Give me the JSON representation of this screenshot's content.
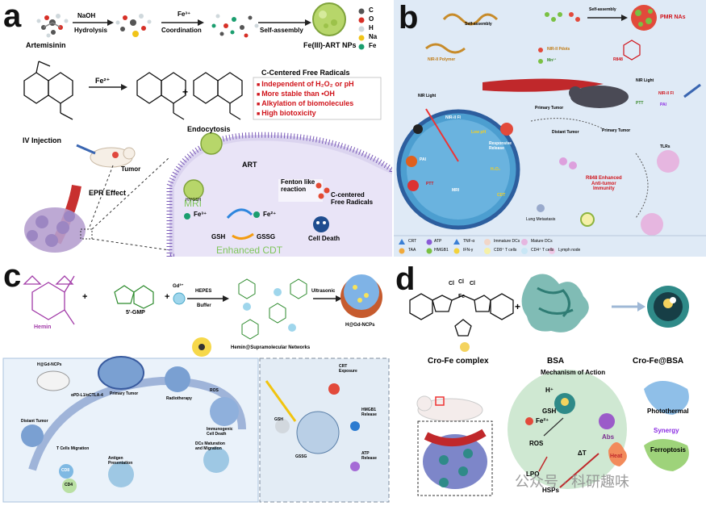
{
  "panel_labels": {
    "a": "a",
    "b": "b",
    "c": "c",
    "d": "d"
  },
  "panel_a": {
    "naoh": "NaOH",
    "hydrolysis": "Hydrolysis",
    "fe3": "Fe³⁺",
    "coordination": "Coordination",
    "self_assembly": "Self-assembly",
    "artemisinin": "Artemisinin",
    "product": "Fe(III)-ART NPs",
    "legend": [
      {
        "label": "C",
        "color": "#555555"
      },
      {
        "label": "O",
        "color": "#d73027"
      },
      {
        "label": "H",
        "color": "#cfd8dc"
      },
      {
        "label": "Na",
        "color": "#f0c419"
      },
      {
        "label": "Fe",
        "color": "#1b9e6f"
      }
    ],
    "fe2": "Fe²⁺",
    "radicals_title": "C-Centered Free Radicals",
    "bullets": [
      "Independent of H₂O₂ or pH",
      "More stable than •OH",
      "Alkylation of biomolecules",
      "High biotoxicity"
    ],
    "iv": "IV Injection",
    "tumor": "Tumor",
    "epr": "EPR Effect",
    "endocytosis": "Endocytosis",
    "art": "ART",
    "fenton": "Fenton like\nreaction",
    "c_radicals": "C-centered\nFree Radicals",
    "fe3_cell": "Fe³⁺",
    "fe2_cell": "Fe²⁺",
    "gsh": "GSH",
    "gssg": "GSSG",
    "mri": "MRI",
    "enhanced_cdt": "Enhanced CDT",
    "cell_death": "Cell Death",
    "np_label": "H/YGSH"
  },
  "panel_b": {
    "self_assembly1": "Self-assembly",
    "self_assembly2": "Self-assembly",
    "pmr": "PMR NAs",
    "nir_polymer": "NIR-II Polymer",
    "nir_pdots": "NIR-II Pdots",
    "mn": "Mn²⁺",
    "r848": "R848",
    "nir_light": "NIR Light",
    "nir_fi": "NIR-II FI",
    "pai": "PAI",
    "ptt": "PTT",
    "mri": "MRI",
    "h2o2": "H₂O₂",
    "cdt": "CDT",
    "low_ph": "Low pH",
    "release": "Responsive\nRelease",
    "primary_tumor": "Primary Tumor",
    "distant_tumor": "Distant Tumor",
    "primary_tumor2": "Primary Tumor",
    "immunity": "R848 Enhanced\nAnti-tumor\nImmunity",
    "lung": "Lung Metastasis",
    "tlrs": "TLRs",
    "nir_light2": "NIR Light",
    "ptt2": "PTT",
    "nir_fi2": "NIR-II FI",
    "pai2": "PAI",
    "legend": [
      "CRT",
      "ATP",
      "TNF-α",
      "Immature DCs",
      "Mature DCs",
      "TAA",
      "HMGB1",
      "IFN-γ",
      "CD8⁺ T cells",
      "CD4⁺ T cells",
      "Lymph node"
    ]
  },
  "panel_c": {
    "hemin": "Hemin",
    "gmp": "5'-GMP",
    "gd": "Gd³⁺",
    "hepes": "HEPES",
    "buffer": "Buffer",
    "networks": "Hemin@Supramolecular Networks",
    "ultrasonic": "Ultrasonic",
    "product": "H@Gd-NCPs",
    "primary_tumor": "Primary Tumor",
    "radiotherapy": "Radiotherapy",
    "immunogenic": "Immunogenic\nCell Death",
    "dcs": "DCs Maturation\nand Migration",
    "antigen": "Antigen\nPresentation",
    "tcell": "T Cells Migration",
    "distant": "Distant Tumor",
    "drug": "H@Gd-NCPs",
    "apd": "αPD-L1/αCTLA-4",
    "ros": "ROS",
    "crt": "CRT\nExposure",
    "hmgb1": "HMGB1\nRelease",
    "atp": "ATP\nRelease",
    "gsh": "GSH",
    "gssg": "GSSG",
    "cd8": "CD8",
    "cd4": "CD4"
  },
  "panel_d": {
    "complex": "Cro-Fe complex",
    "bsa": "BSA",
    "product": "Cro-Fe@BSA",
    "mechanism": "Mechanism of Action",
    "h": "H⁺",
    "gsh": "GSH",
    "fe2": "Fe²⁺",
    "ros": "ROS",
    "lpo": "LPO",
    "hsps": "HSPs",
    "abs": "Abs",
    "dt": "ΔT",
    "heat": "Heat",
    "photothermal": "Photothermal",
    "synergy": "Synergy",
    "ferroptosis": "Ferroptosis",
    "watermark": "公众号 · 科研趣味",
    "cl1": "Cl",
    "cl2": "Cl",
    "cl3": "Cl",
    "fe": "Fe"
  }
}
